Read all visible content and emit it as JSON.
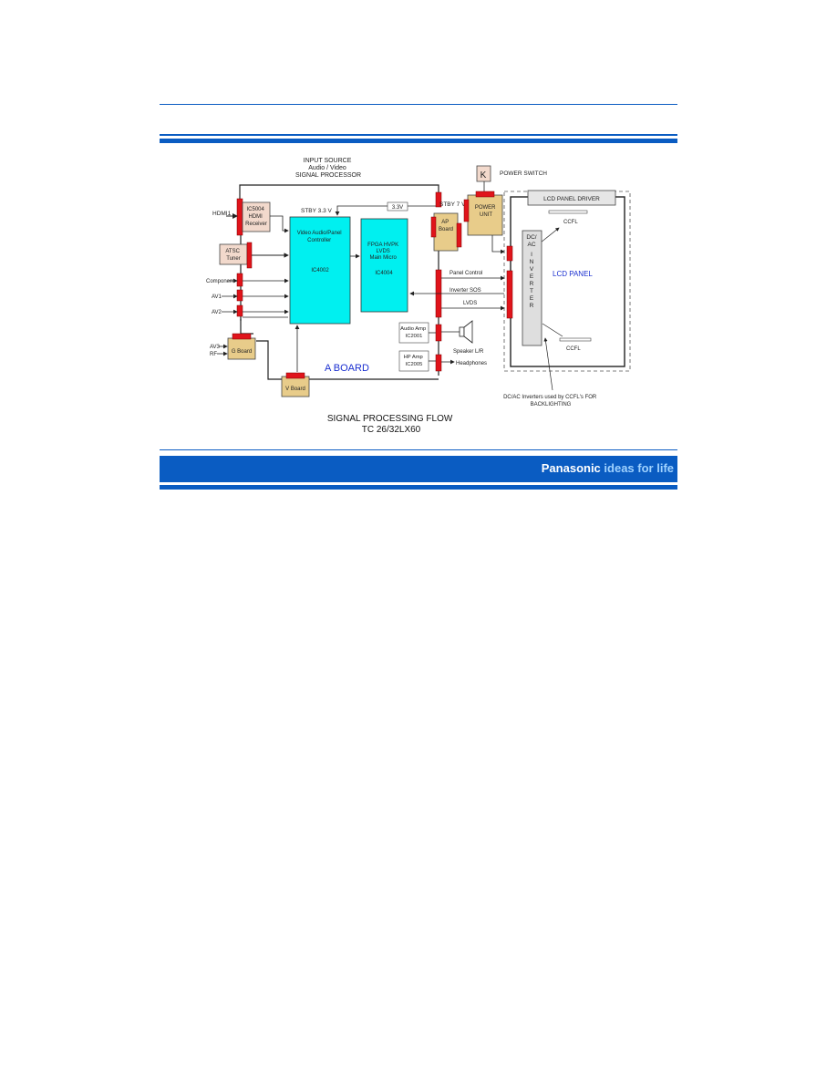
{
  "footer": {
    "brand": "Panasonic",
    "tagline": "ideas for life"
  },
  "diagram": {
    "input_source": [
      "INPUT SOURCE",
      "Audio / Video",
      "SIGNAL PROCESSOR"
    ],
    "power_switch_key": "K",
    "power_switch_label": "POWER SWITCH",
    "stby_33": "STBY 3.3 V",
    "v33": "3.3V",
    "stby_7": "STBY 7 V",
    "hdmi1": "HDMI1",
    "ic5004": [
      "IC5004",
      "HDMI",
      "Receiver"
    ],
    "atsc": [
      "ATSC",
      "Tuner"
    ],
    "component": "Component",
    "av1": "AV1",
    "av2": "AV2",
    "av3": "AV3",
    "rf": "RF",
    "g_board": "G Board",
    "v_board": "V Board",
    "ic4002": [
      "Video Audio/Panel",
      "Controller",
      "IC4002"
    ],
    "ic4004": [
      "FPGA HVPK",
      "LVDS",
      "Main Micro",
      "IC4004"
    ],
    "ap_board": [
      "AP",
      "Board"
    ],
    "power_unit": [
      "POWER",
      "UNIT"
    ],
    "panel_control": "Panel Control",
    "inverter_sos": "Inverter SOS",
    "lvds": "LVDS",
    "audio_amp": [
      "Audio Amp",
      "IC2001"
    ],
    "hp_amp": [
      "HP Amp",
      "IC2005"
    ],
    "speaker": "Speaker L/R",
    "headphones": "Headphones",
    "lcd_panel_driver": "LCD PANEL DRIVER",
    "ccfl_top": "CCFL",
    "ccfl_bottom": "CCFL",
    "inverter_letters": [
      "DC/",
      "AC",
      "I",
      "N",
      "V",
      "E",
      "R",
      "T",
      "E",
      "R"
    ],
    "lcd_panel": "LCD PANEL",
    "a_board": "A BOARD",
    "backlight_note": [
      "DC/AC Inverters used by CCFL's  FOR",
      "BACKLIGHTING"
    ],
    "title": [
      "SIGNAL PROCESSING FLOW",
      "TC 26/32LX60"
    ]
  }
}
